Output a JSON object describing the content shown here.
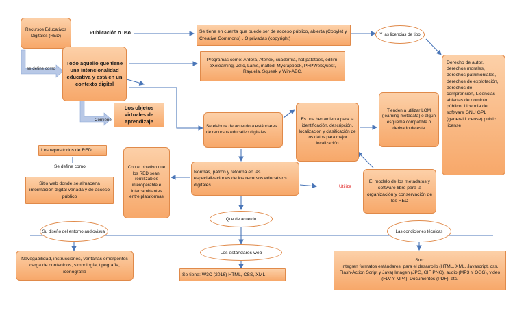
{
  "nodes": {
    "recursos": "Recursos Educativos Digitales (RED)",
    "aquello": "Todo aquello que tiene una intencionalidad educativa y está en un contexto digital",
    "objetos": "Los objetos virtuales de aprendizaje",
    "acceso": "Se tiene en cuenta que puede ser de acceso público, abierta (Copylet y Creative Commons) . O privadas (copyright)",
    "programas": "Programas como: Ardora, Atenex, cuadernia, hot patatoes, edilim, eXelearning, Jclic, Lams, malted, Mycrapbook, PHPWebQuest, Rayuela, Squeak y Win-ABC.",
    "licencias_tipo": "Y las licencias de tipo",
    "derechos": "Derecho de autor, derechos morales, derechos patrimoniales, derechos de explotación, derechos de comprensión, Licencias abiertas de dominio público. Licencia de software GNU GPL (general License) public license",
    "elabora": "Se elabora de acuerdo a estándares de recursos educativo digitales",
    "herramienta": "Es una herramienta para la identificación, descripción, localización y clasificación de los datos para mejor localización",
    "lom": "Tienden a utilizar LOM (learning metadata) o algún esquema compatible o derivado de este",
    "repositorios": "Los repositorios de RED",
    "sitio": "Sitio web donde se almacena información digital variada y de acceso público",
    "objetivo": "Con el objetivo que los RED sean: reutilizables interoperable e intercambiantes entre plataformas",
    "normas": "Normas, patrón y reforma en las especializaciones de los recursos educativos digitales",
    "modelo": "El modelo de los metadatos y software libre para la organización y conservación de los RED",
    "diseno": "Su diseño del entorno audiovisual",
    "acuerdo": "Que de acuerdo",
    "condiciones": "Las condiciones técnicas",
    "navegabilidad": "Navegabilidad, instrucciones, ventanas emergentes carga de contenidos, simbología, tipografía, iconografía",
    "estandares_web": "Los estándares web",
    "w3c": "Se tiene: W3C (2016) HTML, CSS, XML",
    "son_title": "Son:",
    "son_body": "Integren formatos estándares: para el desarrollo (HTML, XML, Javascript, css, Flash-Action Script y Java) Imagen (JPG, GIF PNG), audio (MP3 Y OGG), video (FLV Y MP4), Documentos (PDF), etc."
  },
  "labels": {
    "publicacion": "Publicación o uso",
    "se_define_como": "se define como",
    "contiene": "Contiene",
    "se_define_como_2": "Se define como",
    "utiliza": "Utiliza"
  },
  "colors": {
    "box_fill": "#f7a86a",
    "box_border": "#e08a4a",
    "arrow": "#4a76b8",
    "utiliza": "#e02020"
  }
}
